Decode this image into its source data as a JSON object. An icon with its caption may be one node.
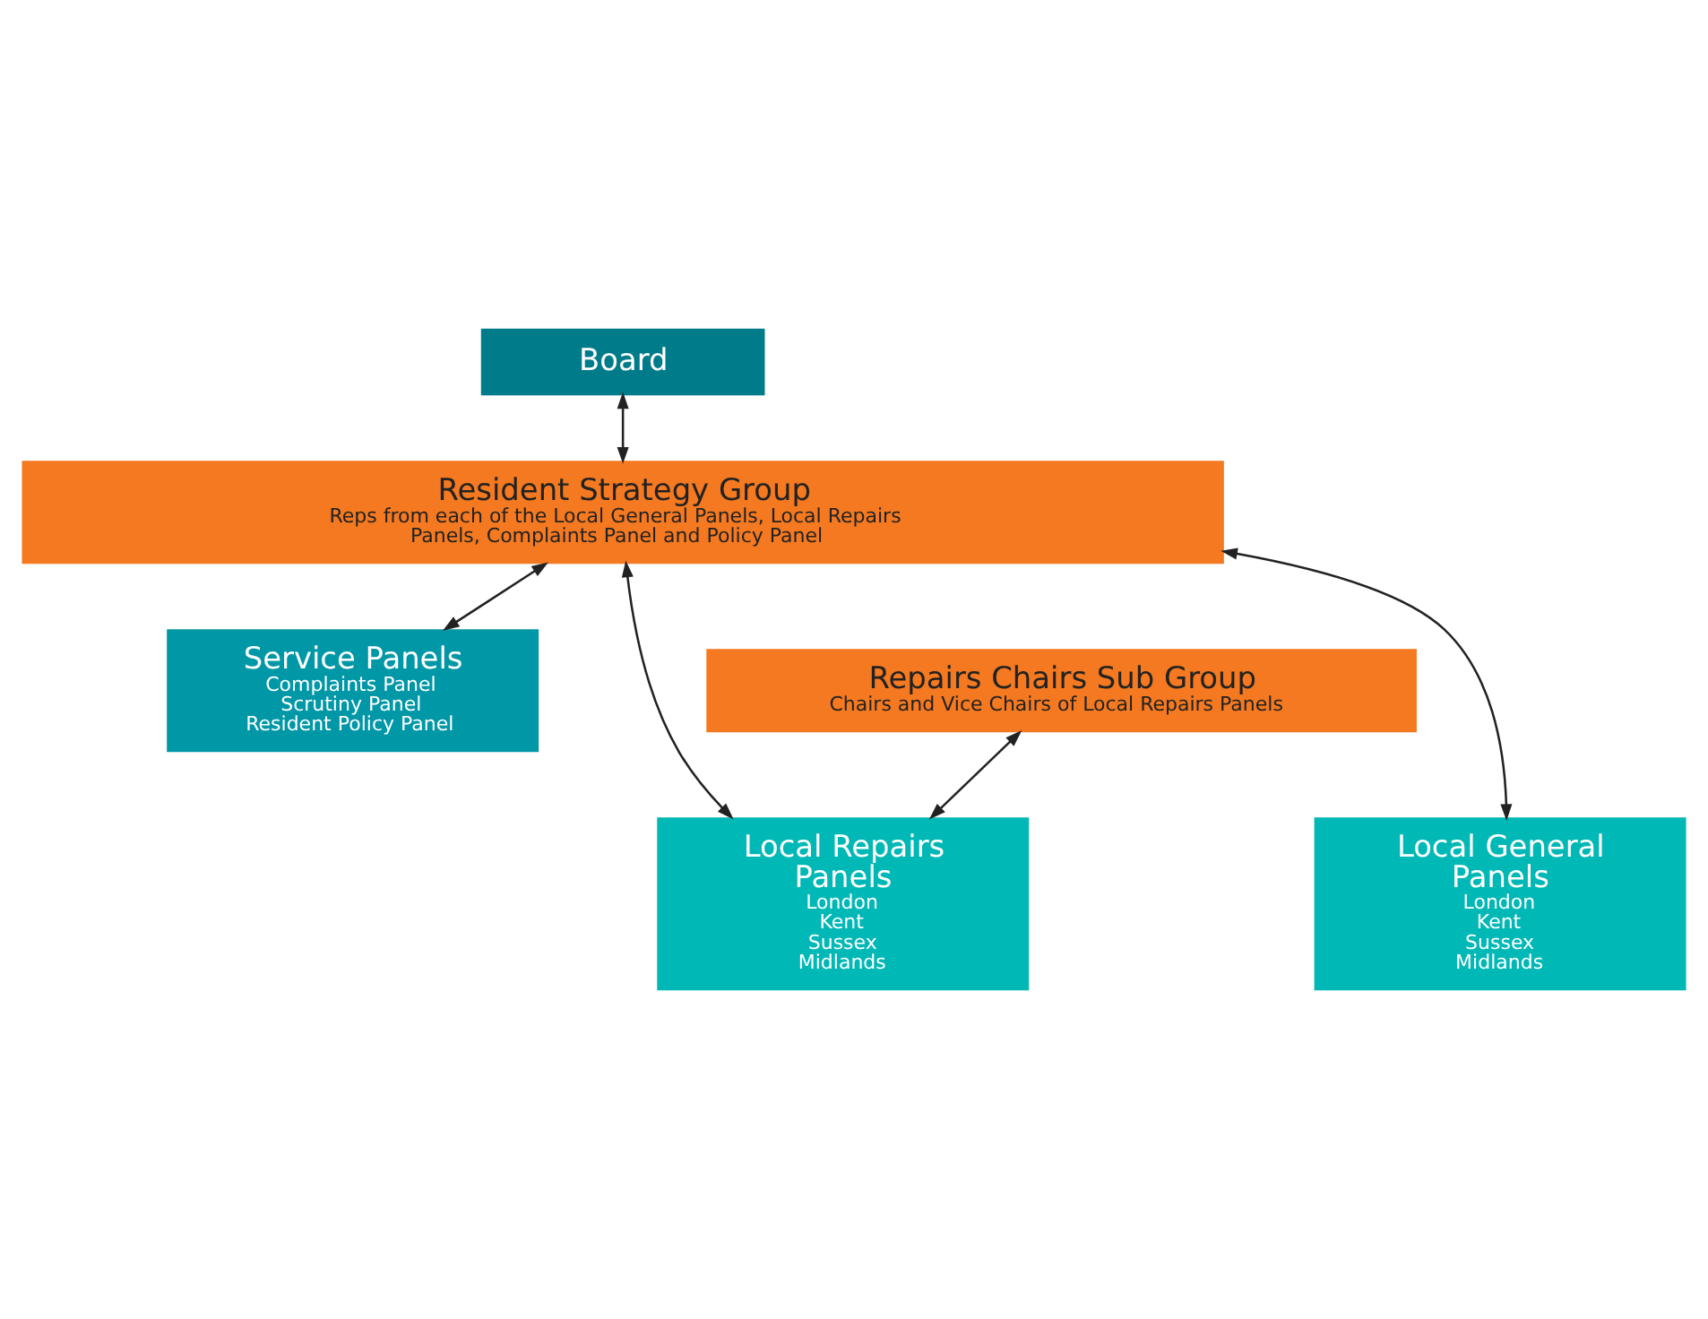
{
  "diagram": {
    "nodes": [
      {
        "text": [
          "Board"
        ]
      },
      {
        "text": [
          "Resident Strategy Group",
          "Reps from each of the Local General Panels, Local Repairs Panels, Complaints Panel and Policy Panel"
        ]
      },
      {
        "text": [
          "Repairs Chairs Sub Group",
          "Chairs and Vice Chairs of Local Repairs Panels"
        ]
      },
      {
        "text": [
          "Service Panels",
          "Complaints Panel",
          "Scrutiny Panel",
          "Resident Policy Panel"
        ]
      },
      {
        "text": [
          "Local Repairs Panels",
          "London",
          "Kent",
          "Sussex",
          "Midlands"
        ]
      },
      {
        "text": [
          "Local General Panels",
          "London",
          "Kent",
          "Sussex",
          "Midlands"
        ]
      }
    ],
    "edges": [
      {
        "from": 0,
        "to": 1,
        "arrow": "both"
      },
      {
        "from": 1,
        "to": 4,
        "arrow": "both"
      },
      {
        "from": 2,
        "to": 4,
        "arrow": "both"
      },
      {
        "from": 1,
        "to": 5,
        "arrow": "both"
      },
      {
        "from": 1,
        "to": 3,
        "arrow": "both"
      }
    ]
  }
}
